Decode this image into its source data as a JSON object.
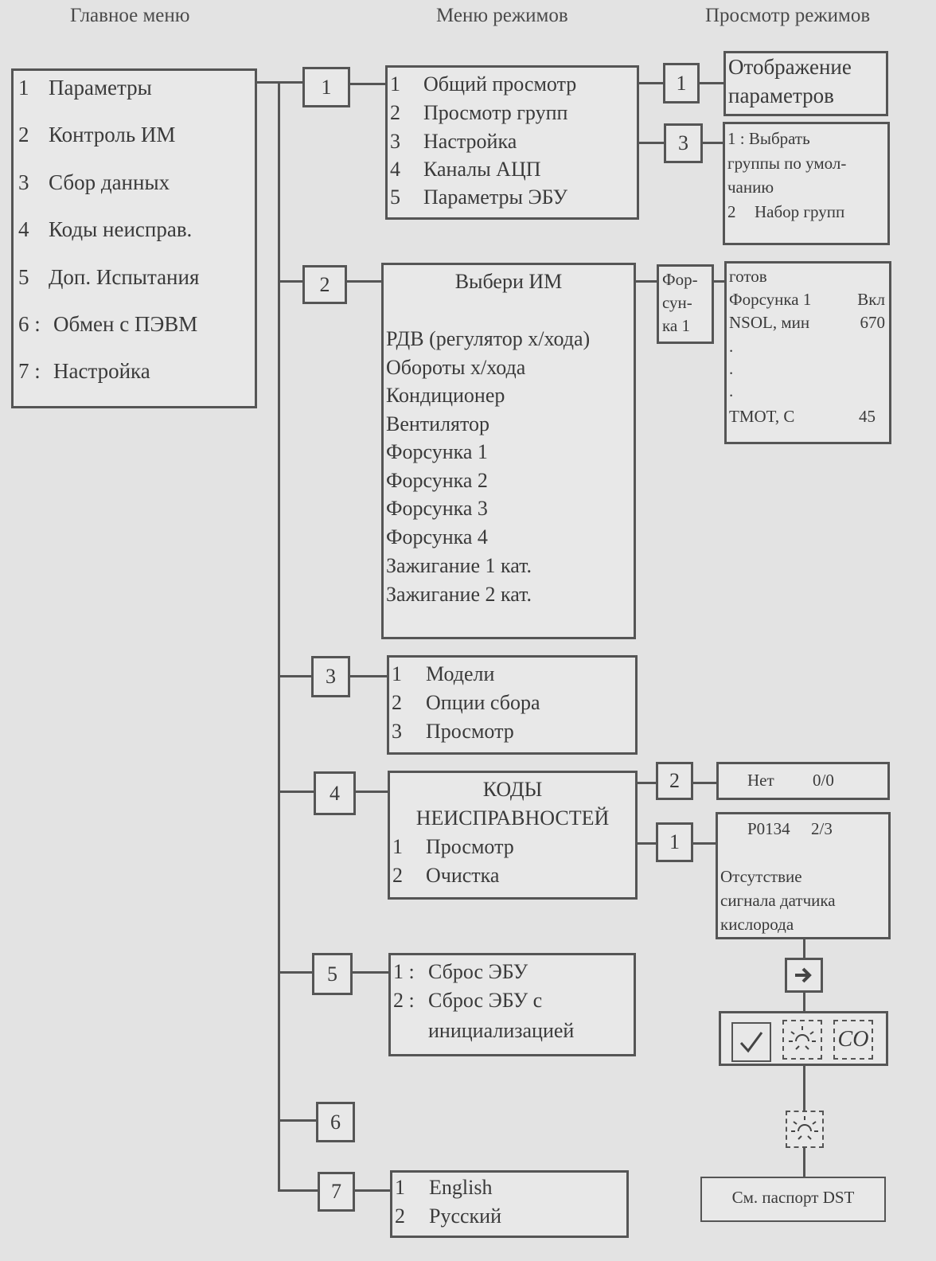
{
  "headers": {
    "main": "Главное меню",
    "modes": "Меню режимов",
    "view": "Просмотр режимов"
  },
  "main_menu": [
    {
      "n": "1",
      "label": "Параметры"
    },
    {
      "n": "2",
      "label": "Контроль ИМ"
    },
    {
      "n": "3",
      "label": "Сбор данных"
    },
    {
      "n": "4",
      "label": "Коды неисправ."
    },
    {
      "n": "5",
      "label": "Доп. Испытания"
    },
    {
      "n": "6 :",
      "label": "Обмен с ПЭВМ"
    },
    {
      "n": "7 :",
      "label": "Настройка"
    }
  ],
  "branch_numbers": [
    "1",
    "2",
    "3",
    "4",
    "5",
    "6",
    "7"
  ],
  "params_menu": [
    {
      "n": "1",
      "label": "Общий просмотр"
    },
    {
      "n": "2",
      "label": "Просмотр групп"
    },
    {
      "n": "3",
      "label": "Настройка"
    },
    {
      "n": "4",
      "label": "Каналы АЦП"
    },
    {
      "n": "5",
      "label": "Параметры ЭБУ"
    }
  ],
  "params_view": {
    "n1": "1",
    "display_line1": "Отображение",
    "display_line2": "параметров",
    "n3": "3",
    "groups_line1": "1 : Выбрать",
    "groups_line2": "группы по умол-",
    "groups_line3": "чанию",
    "groups_line4_n": "2",
    "groups_line4": "Набор групп"
  },
  "actuators": {
    "title": "Выбери ИМ",
    "items": [
      "РДВ (регулятор х/хода)",
      "Обороты х/хода",
      "Кондиционер",
      "Вентилятор",
      "Форсунка 1",
      "Форсунка 2",
      "Форсунка 3",
      "Форсунка 4",
      "Зажигание 1 кат.",
      "Зажигание 2 кат."
    ],
    "injector_line1": "Фор-",
    "injector_line2": "сун-",
    "injector_line3": "ка 1",
    "status": {
      "ready": "готов",
      "r1_label": "Форсунка 1",
      "r1_value": "Вкл",
      "r2_label": "NSOL, мин",
      "r2_value": "670",
      "dots": ".",
      "r3_label": "TMOT, C",
      "r3_value": "45"
    }
  },
  "data_menu": [
    {
      "n": "1",
      "label": "Модели"
    },
    {
      "n": "2",
      "label": "Опции сбора"
    },
    {
      "n": "3",
      "label": "Просмотр"
    }
  ],
  "codes": {
    "title1": "КОДЫ",
    "title2": "НЕИСПРАВНОСТЕЙ",
    "items": [
      {
        "n": "1",
        "label": "Просмотр"
      },
      {
        "n": "2",
        "label": "Очистка"
      }
    ],
    "n2": "2",
    "none_label": "Нет",
    "none_value": "0/0",
    "n1": "1",
    "code": "P0134",
    "code_count": "2/3",
    "desc_line1": "Отсутствие",
    "desc_line2": "сигнала датчика",
    "desc_line3": "кислорода",
    "passport": "См. паспорт DST"
  },
  "tests_menu": [
    {
      "n": "1 :",
      "label": "Сброс ЭБУ"
    },
    {
      "n": "2 :",
      "label": "Сброс ЭБУ с"
    },
    {
      "n": "",
      "label": "инициализацией"
    }
  ],
  "settings_menu": [
    {
      "n": "1",
      "label": "English"
    },
    {
      "n": "2",
      "label": "Русский"
    }
  ],
  "icons": [
    "arrow-right-icon",
    "check-icon",
    "sun-icon",
    "co-icon"
  ],
  "icon_text": {
    "co": "CO"
  },
  "colors": {
    "line": "#555555",
    "background": "#e3e3e3",
    "text": "#3a3a3a"
  }
}
